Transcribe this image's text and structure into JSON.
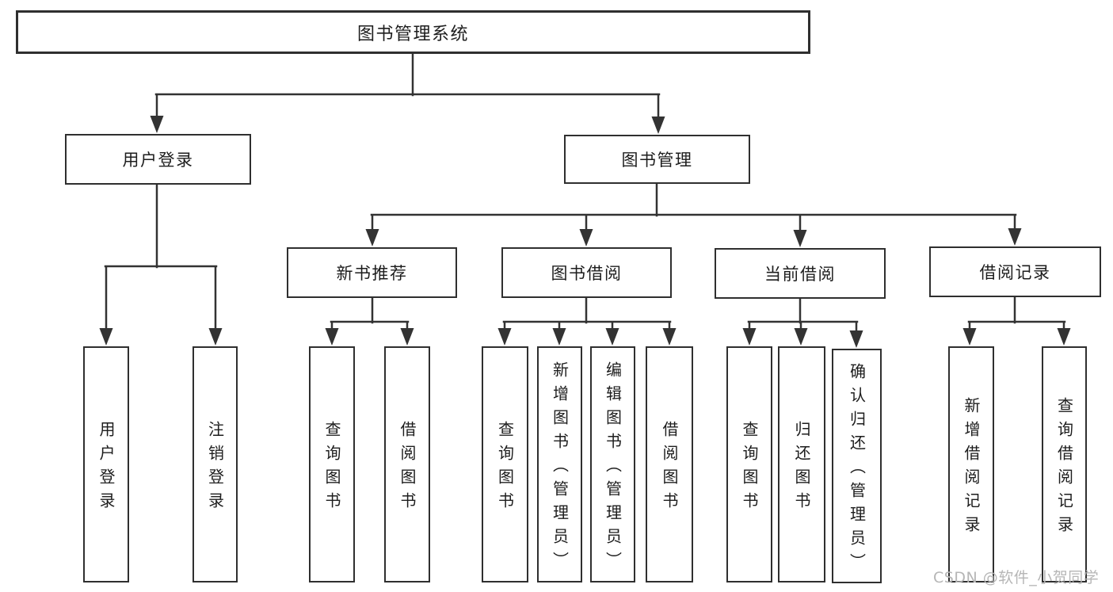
{
  "diagram_type": "functional-structure-tree",
  "tree": {
    "label": "图书管理系统",
    "children": [
      {
        "label": "用户登录",
        "children": [
          {
            "label": "用户登录"
          },
          {
            "label": "注销登录"
          }
        ]
      },
      {
        "label": "图书管理",
        "children": [
          {
            "label": "新书推荐",
            "children": [
              {
                "label": "查询图书"
              },
              {
                "label": "借阅图书"
              }
            ]
          },
          {
            "label": "图书借阅",
            "children": [
              {
                "label": "查询图书"
              },
              {
                "label": "新增图书（管理员）"
              },
              {
                "label": "编辑图书（管理员）"
              },
              {
                "label": "借阅图书"
              }
            ]
          },
          {
            "label": "当前借阅",
            "children": [
              {
                "label": "查询图书"
              },
              {
                "label": "归还图书"
              },
              {
                "label": "确认归还（管理员）"
              }
            ]
          },
          {
            "label": "借阅记录",
            "children": [
              {
                "label": "新增借阅记录"
              },
              {
                "label": "查询借阅记录"
              }
            ]
          }
        ]
      }
    ]
  },
  "watermark": {
    "text": "CSDN @软件_小贺同学"
  },
  "colors": {
    "background": "#ffffff",
    "line": "#333333",
    "box_border": "#2f2f2f",
    "text": "#1d1d1d",
    "watermark": "#b6b6b6"
  }
}
